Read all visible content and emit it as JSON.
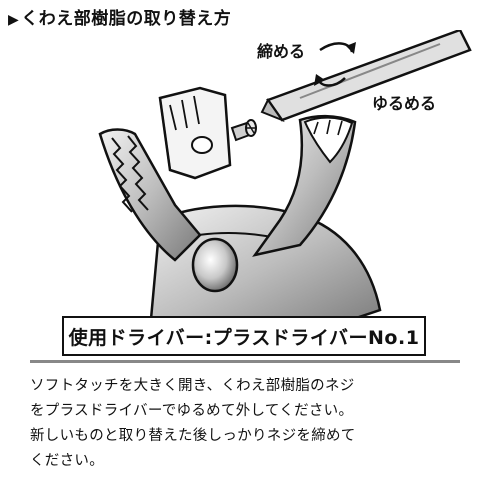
{
  "heading": {
    "marker": "▶",
    "text": "くわえ部樹脂の取り替え方"
  },
  "labels": {
    "tighten": "締める",
    "loosen": "ゆるめる"
  },
  "tool_box": {
    "text": "使用ドライバー:プラスドライバーNo.1"
  },
  "instructions": {
    "lines": [
      "ソフトタッチを大きく開き、くわえ部樹脂のネジ",
      "をプラスドライバーでゆるめて外してください。",
      "新しいものと取り替えた後しっかりネジを締めて",
      "ください。"
    ]
  }
}
